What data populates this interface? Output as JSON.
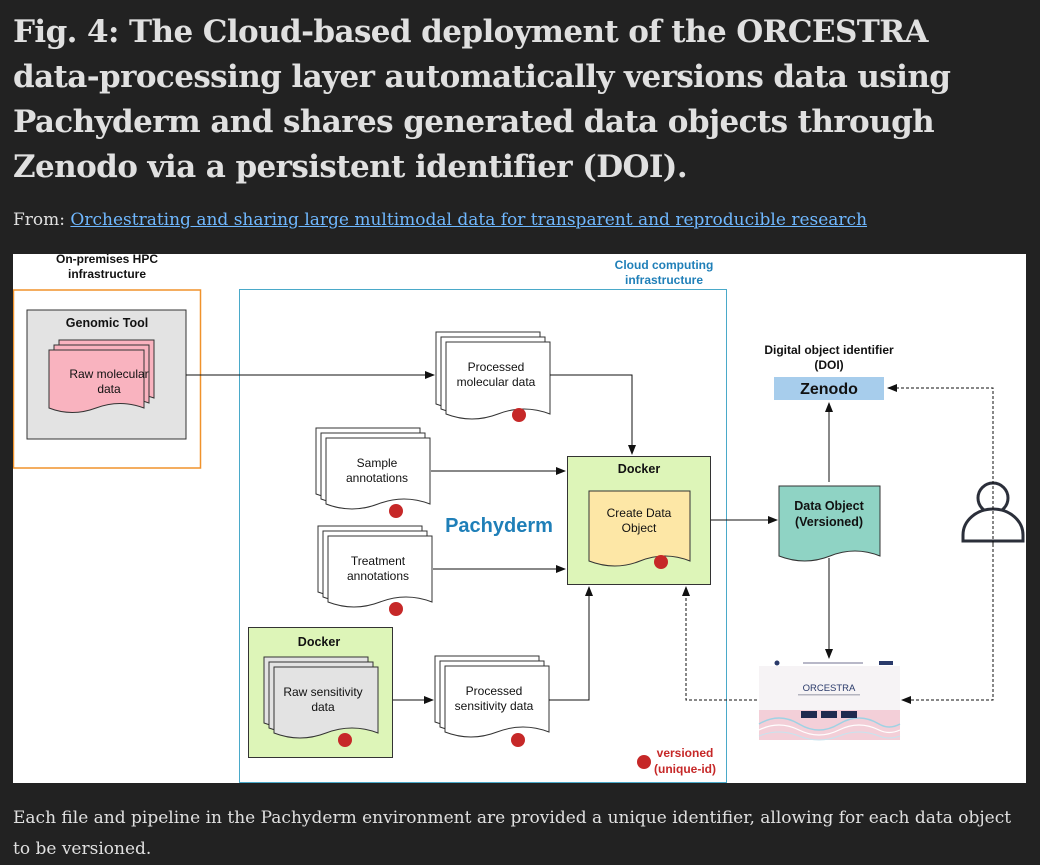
{
  "figure": {
    "title": "Fig. 4: The Cloud-based deployment of the ORCESTRA data-processing layer automatically versions data using Pachyderm and shares generated data objects through Zenodo via a persistent identifier (DOI).",
    "from_label": "From:",
    "source_link": "Orchestrating and sharing large multimodal data for transparent and reproducible research",
    "caption": "Each file and pipeline in the Pachyderm environment are provided a unique identifier, allowing for each data object to be versioned."
  },
  "diagram": {
    "onprem_label": [
      "On-premises HPC",
      "infrastructure"
    ],
    "cloud_label": [
      "Cloud computing",
      "infrastructure"
    ],
    "genomic_tool": "Genomic Tool",
    "raw_molecular": [
      "Raw molecular",
      "data"
    ],
    "processed_molecular": [
      "Processed",
      "molecular data"
    ],
    "sample_annotations": [
      "Sample",
      "annotations"
    ],
    "treatment_annotations": [
      "Treatment",
      "annotations"
    ],
    "pachyderm": "Pachyderm",
    "docker_main": "Docker",
    "create_data_object": [
      "Create Data",
      "Object"
    ],
    "docker_small": "Docker",
    "raw_sensitivity": [
      "Raw sensitivity",
      "data"
    ],
    "processed_sensitivity": [
      "Processed",
      "sensitivity data"
    ],
    "doi_label": [
      "Digital object identifier",
      "(DOI)"
    ],
    "zenodo": "Zenodo",
    "data_object_versioned": [
      "Data Object",
      "(Versioned)"
    ],
    "orcestra_site": "ORCESTRA",
    "legend_versioned": [
      "versioned",
      "(unique-id)"
    ],
    "colors": {
      "onprem_border": "#f0922b",
      "cloud_border": "#4aa9c9",
      "pachyderm_text": "#1f7fb8",
      "docker_fill": "#ddf5b8",
      "raw_molecular_fill": "#f9b3bf",
      "create_object_fill": "#fde7a6",
      "data_object_fill": "#8fd3c4",
      "zenodo_fill": "#a7cdec",
      "version_dot": "#c62828"
    }
  }
}
